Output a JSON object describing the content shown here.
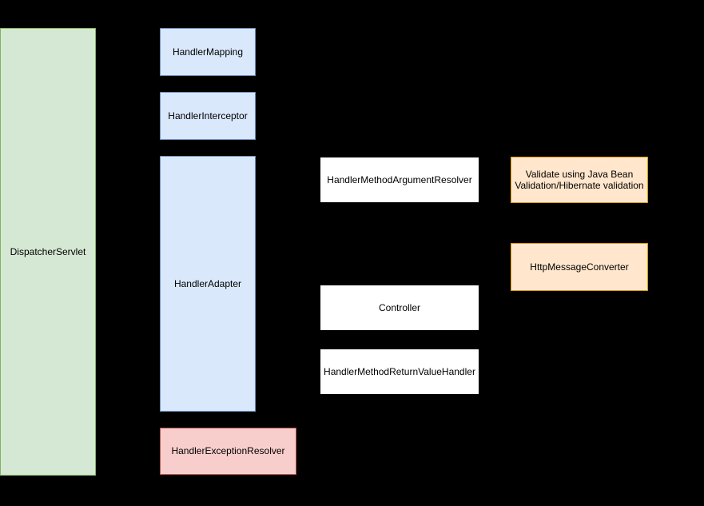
{
  "diagram": {
    "type": "architecture-flow-diagram",
    "subject": "Spring MVC DispatcherServlet request processing components",
    "background_color": "#000000",
    "nodes": {
      "dispatcher_servlet": {
        "label": "DispatcherServlet",
        "fill": "#d5e8d4",
        "stroke": "#82b366"
      },
      "handler_mapping": {
        "label": "HandlerMapping",
        "fill": "#dae8fc",
        "stroke": "#6c8ebf"
      },
      "handler_interceptor": {
        "label": "HandlerInterceptor",
        "fill": "#dae8fc",
        "stroke": "#6c8ebf"
      },
      "handler_adapter": {
        "label": "HandlerAdapter",
        "fill": "#dae8fc",
        "stroke": "#6c8ebf"
      },
      "handler_exception_resolver": {
        "label": "HandlerExceptionResolver",
        "fill": "#f8cecc",
        "stroke": "#b85450"
      },
      "handler_method_argument_resolver": {
        "label": "HandlerMethodArgumentResolver",
        "fill": "#ffffff",
        "stroke": "#000000"
      },
      "controller": {
        "label": "Controller",
        "fill": "#ffffff",
        "stroke": "#000000"
      },
      "handler_method_return_value_handler": {
        "label": "HandlerMethodReturnValueHandler",
        "fill": "#ffffff",
        "stroke": "#000000"
      },
      "validate_bean": {
        "label": "Validate using Java Bean Validation/Hibernate validation",
        "fill": "#ffe6cc",
        "stroke": "#d79b00"
      },
      "http_message_converter": {
        "label": "HttpMessageConverter",
        "fill": "#ffe6cc",
        "stroke": "#d79b00"
      }
    },
    "text_color": "#000000"
  }
}
